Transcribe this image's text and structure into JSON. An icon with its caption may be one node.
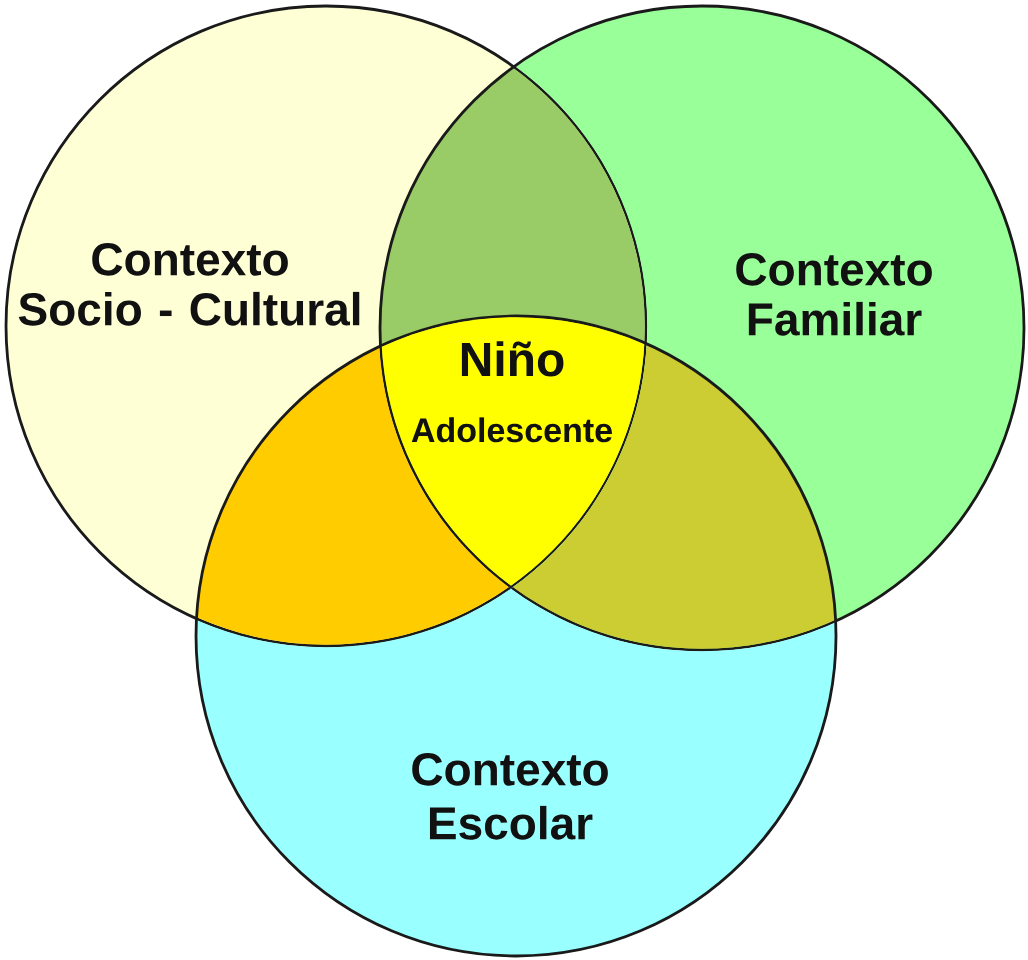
{
  "diagram": {
    "nodes": [
      {
        "text": [
          "Contexto Socio - Cultural"
        ]
      },
      {
        "text": [
          "Contexto Familiar"
        ]
      },
      {
        "text": [
          "Niño",
          "Adolescente"
        ]
      },
      {
        "text": [
          "Contexto Escolar"
        ]
      }
    ]
  }
}
